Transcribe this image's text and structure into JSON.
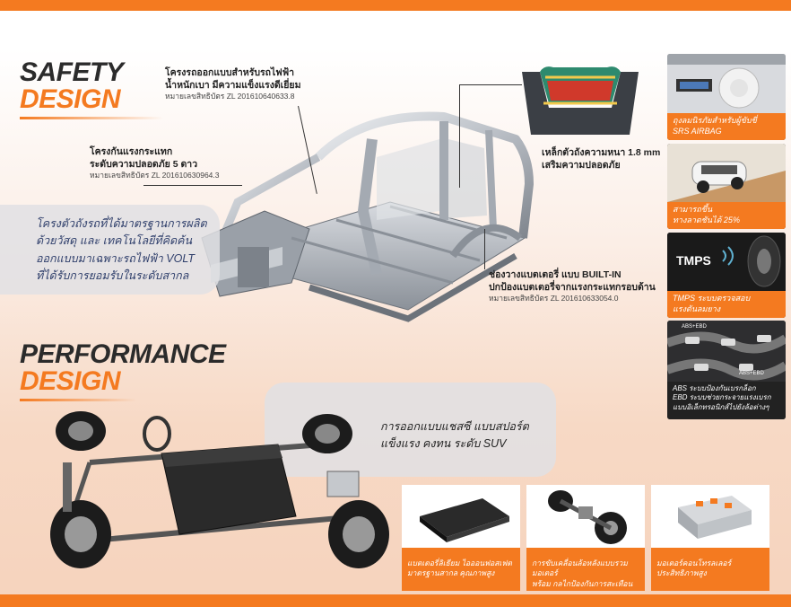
{
  "safety": {
    "title_line1": "SAFETY",
    "title_line2": "DESIGN",
    "callout_frame": {
      "line1": "โครงรถออกแบบสำหรับรถไฟฟ้า",
      "line2": "น้ำหนักเบา มีความแข็งแรงดีเยี่ยม",
      "patent": "หมายเลขสิทธิบัตร ZL 201610640633.8"
    },
    "callout_crash": {
      "line1": "โครงกันแรงกระแทก",
      "line2": "ระดับความปลอดภัย 5 ดาว",
      "patent": "หมายเลขสิทธิบัตร ZL 201610630964.3"
    },
    "callout_steel": {
      "line1": "เหล็กตัวถังความหนา 1.8 mm",
      "line2": "เสริมความปลอดภัย"
    },
    "callout_battery": {
      "line1": "ช่องวางแบตเตอรี่ แบบ BUILT-IN",
      "line2": "ปกป้องแบตเตอรี่จากแรงกระแทกรอบด้าน",
      "patent": "หมายเลขสิทธิบัตร ZL 201610633054.0"
    },
    "panel": {
      "line1": "โครงตัวถังรถที่ได้มาตรฐานการผลิต",
      "line2": "ด้วยวัสดุ และ เทคโนโลยีที่คิดค้น",
      "line3": "ออกแบบมาเฉพาะรถไฟฟ้า VOLT",
      "line4": "ที่ได้รับการยอมรับในระดับสากล"
    }
  },
  "performance": {
    "title_line1": "PERFORMANCE",
    "title_line2": "DESIGN",
    "panel": {
      "line1": "การออกแบบแชสซี แบบสปอร์ต",
      "line2": "แข็งแรง คงทน ระดับ SUV"
    }
  },
  "right_cards": [
    {
      "line1": "ถุงลมนิรภัยสำหรับผู้ขับขี่",
      "line2": "SRS AIRBAG"
    },
    {
      "line1": "สามารถขึ้น",
      "line2": "ทางลาดชันได้ 25%"
    },
    {
      "label": "TMPS",
      "line1": "TMPS ระบบตรวจสอบ",
      "line2": "แรงดันลมยาง"
    },
    {
      "badge1": "ABS+EBD",
      "badge2": "ABS+EBD",
      "line1": "ABS ระบบป้องกันเบรกล็อก",
      "line2": "EBD ระบบช่วยกระจายแรงเบรก",
      "line3": "แบบอิเล็กทรอนิกส์ไปยังล้อต่างๆ"
    }
  ],
  "bottom_cards": [
    {
      "line1": "แบตเตอรี่ลิเธียม ไอออนฟอสเฟต",
      "line2": "มาตรฐานสากล คุณภาพสูง"
    },
    {
      "line1": "การขับเคลื่อนล้อหลังแบบรวมมอเตอร์",
      "line2": "พร้อม กลไกป้องกันการสะเทือน"
    },
    {
      "line1": "มอเตอร์คอนโทรลเลอร์",
      "line2": "ประสิทธิภาพสูง"
    }
  ],
  "colors": {
    "accent": "#f47a20",
    "dark": "#2b2b2b",
    "navy": "#2f3f6b"
  }
}
